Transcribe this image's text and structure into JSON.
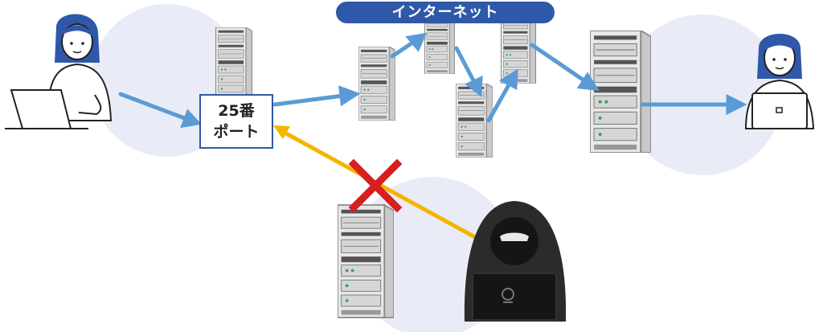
{
  "diagram": {
    "internet_label": "インターネット",
    "port_label_line1": "25番",
    "port_label_line2": "ポート"
  },
  "colors": {
    "accent_blue": "#2f58a8",
    "arrow_blue": "#5b9bd5",
    "arrow_yellow": "#f5b400",
    "block_red": "#d62020",
    "bg_circle": "#e9ecf7"
  },
  "icons": [
    "user-sender-icon",
    "user-receiver-icon",
    "hacker-icon",
    "server-icon",
    "blocked-x-icon"
  ]
}
